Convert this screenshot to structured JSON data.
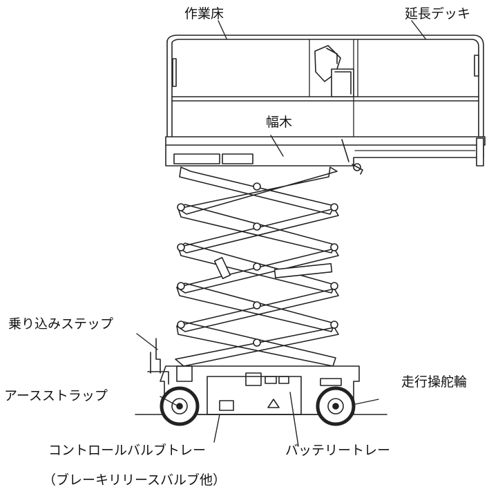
{
  "labels": {
    "work_platform": "作業床",
    "extension_deck": "延長デッキ",
    "toe_board": "幅木",
    "boarding_step": "乗り込みステップ",
    "earth_strap": "アースストラップ",
    "drive_steer_wheel": "走行操舵輪",
    "control_valve_tray": "コントロールバルブトレー",
    "control_valve_tray_note": "（ブレーキリリースバルブ他）",
    "battery_tray": "バッテリートレー"
  }
}
